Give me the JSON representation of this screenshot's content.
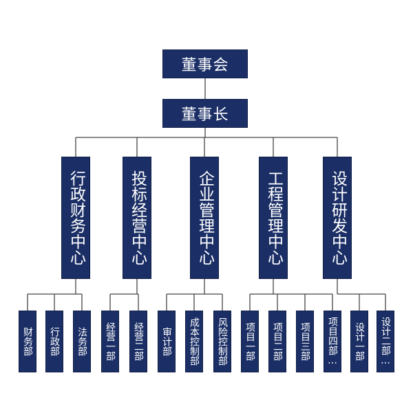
{
  "org": {
    "board": "董事会",
    "chairman": "董事长",
    "centers": [
      {
        "name": "行政财务中心",
        "departments": [
          "财务部",
          "行政部",
          "法务部"
        ]
      },
      {
        "name": "投标经营中心",
        "departments": [
          "经营一部",
          "经营二部"
        ]
      },
      {
        "name": "企业管理中心",
        "departments": [
          "审计部",
          "成本控制部",
          "风险控制部"
        ]
      },
      {
        "name": "工程管理中心",
        "departments": [
          "项目一部",
          "项目二部",
          "项目三部",
          "项目四部…"
        ]
      },
      {
        "name": "设计研发中心",
        "departments": [
          "设计一部",
          "设计二部…"
        ]
      }
    ]
  },
  "colors": {
    "box_fill": "#1b2f66",
    "line": "#444444",
    "text": "#ffffff"
  }
}
